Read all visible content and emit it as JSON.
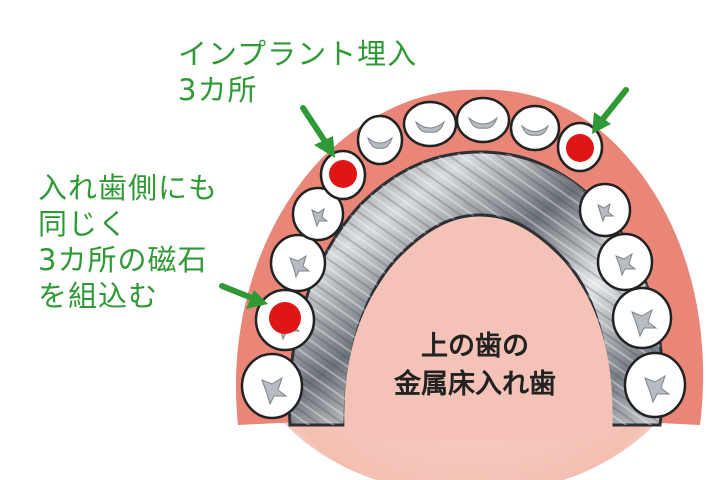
{
  "annotations": {
    "implant": [
      "インプラント埋入",
      "3カ所"
    ],
    "lower": [
      "入れ歯側にも",
      "同じく",
      "3カ所の磁石",
      "を組込む"
    ]
  },
  "center_label": [
    "上の歯の",
    "金属床入れ歯"
  ],
  "colors": {
    "annotation_text": "#2f9a35",
    "arrow": "#2f9a35",
    "palate": "#f6c9bd",
    "gum": "#e98677",
    "tooth": "#ffffff",
    "tooth_outline": "#222222",
    "metal": "#9aa0a6",
    "magnet": "#e01515"
  },
  "teeth_count": 14,
  "magnet_count": 3
}
